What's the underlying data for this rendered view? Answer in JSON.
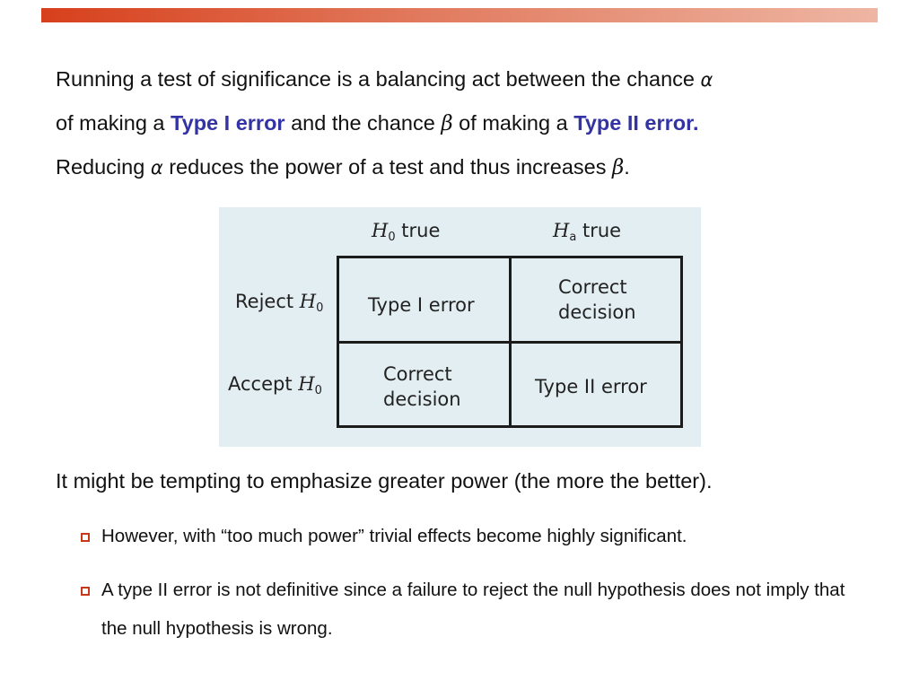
{
  "header": {
    "accent_color": "#d7401c"
  },
  "intro": {
    "t1": "Running a test of significance is a balancing act between the chance ",
    "alpha": "α",
    "t2": " of making a ",
    "type1": "Type I error",
    "t3": " and the chance ",
    "beta": "β",
    "t4": " of making a ",
    "type2": "Type II error.",
    "t5": "Reducing ",
    "alpha2": "α",
    "t6": " reduces the power of a test and thus increases ",
    "beta2": "β",
    "t7": "."
  },
  "decision_table": {
    "col1_var": "H",
    "col1_sub": "0",
    "col1_tail": " true",
    "col2_var": "H",
    "col2_sub": "a",
    "col2_tail": " true",
    "row1_label": "Reject ",
    "row1_var": "H",
    "row1_sub": "0",
    "row2_label": "Accept ",
    "row2_var": "H",
    "row2_sub": "0",
    "cell_r1c1": "Type I error",
    "cell_r1c2_l1": "Correct",
    "cell_r1c2_l2": "decision",
    "cell_r2c1_l1": "Correct",
    "cell_r2c1_l2": "decision",
    "cell_r2c2": "Type II error"
  },
  "body": {
    "line1": "It might be tempting to emphasize greater power (the more the better).",
    "bullets": [
      "However, with “too much power” trivial effects become highly significant.",
      "A type II error is not definitive since a failure to reject the null hypothesis does not imply that the null hypothesis is wrong."
    ]
  },
  "colors": {
    "highlight": "#3333a4",
    "bullet": "#c8381a",
    "figure_bg": "#e3eef2"
  }
}
